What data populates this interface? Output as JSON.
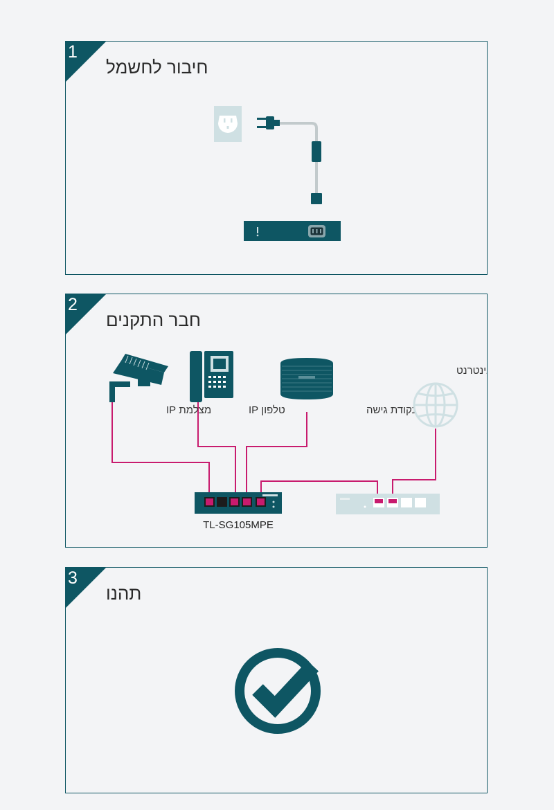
{
  "steps": [
    {
      "number": "1",
      "title": "חיבור לחשמל"
    },
    {
      "number": "2",
      "title": "חבר התקנים"
    },
    {
      "number": "3",
      "title": "תהנו"
    }
  ],
  "devices": {
    "camera": "מצלמת IP",
    "phone": "טלפון IP",
    "access_point": "נקודת גישה",
    "internet": "אינטרנט"
  },
  "switch_model": "TL-SG105MPE",
  "colors": {
    "primary": "#0e5663",
    "cable": "#c81b6e",
    "muted": "#cfe0e3"
  }
}
